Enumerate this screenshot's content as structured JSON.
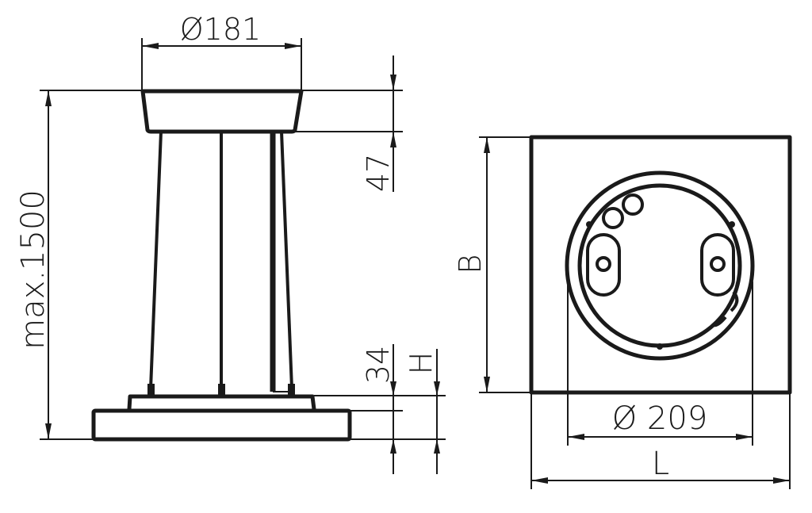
{
  "drawing": {
    "type": "technical dimension drawing - pendant luminaire",
    "colors": {
      "line": "#1a1a1a",
      "background": "#ffffff"
    },
    "side_view": {
      "dimensions": {
        "canopy_diameter": "Ø181",
        "canopy_height": "47",
        "overall_height": "max.1500",
        "body_height": "34",
        "height_variable": "H"
      }
    },
    "top_view": {
      "dimensions": {
        "mount_diameter": "Ø 209",
        "length": "L",
        "width": "B"
      }
    }
  }
}
